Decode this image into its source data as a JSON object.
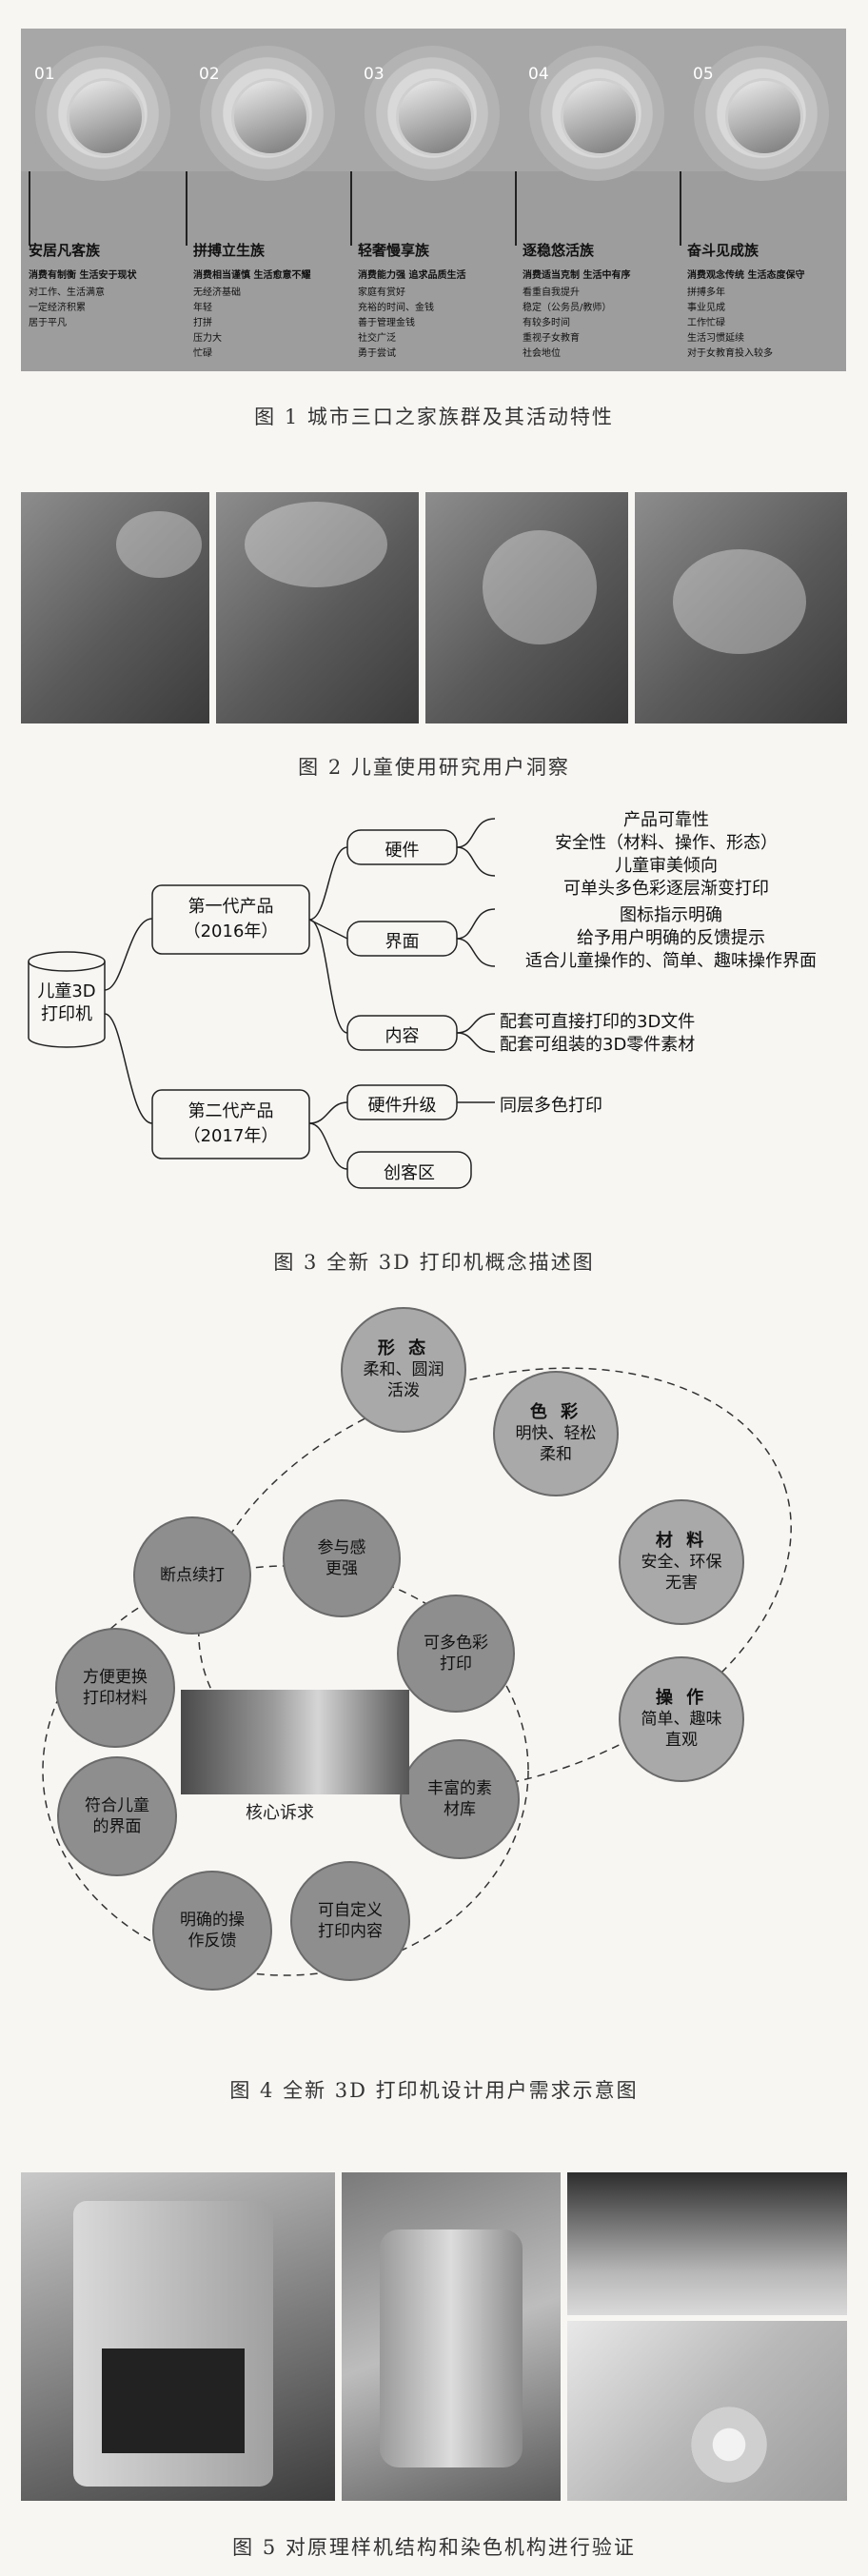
{
  "fig1": {
    "caption": "图 1 城市三口之家族群及其活动特性",
    "groups": [
      {
        "num": "01",
        "title": "安居凡客族",
        "tag": "消费有制衡 生活安于现状",
        "items": [
          "对工作、生活满意",
          "一定经济积累",
          "居于平凡"
        ]
      },
      {
        "num": "02",
        "title": "拼搏立生族",
        "tag": "消费相当谨慎 生活愈意不耀",
        "items": [
          "无经济基础",
          "年轻",
          "打拼",
          "压力大",
          "忙碌"
        ]
      },
      {
        "num": "03",
        "title": "轻奢慢享族",
        "tag": "消费能力强 追求品质生活",
        "items": [
          "家庭有赏好",
          "充裕的时间、金钱",
          "善于管理金钱",
          "社交广泛",
          "勇于尝试"
        ]
      },
      {
        "num": "04",
        "title": "逐稳悠活族",
        "tag": "消费适当克制 生活中有序",
        "items": [
          "看重自我提升",
          "稳定（公务员/教师）",
          "有较多时间",
          "重视子女教育",
          "社会地位"
        ]
      },
      {
        "num": "05",
        "title": "奋斗见成族",
        "tag": "消费观念传统 生活态度保守",
        "items": [
          "拼搏多年",
          "事业见成",
          "工作忙碌",
          "生活习惯延续",
          "对于女教育投入较多"
        ]
      }
    ]
  },
  "fig2": {
    "caption": "图 2 儿童使用研究用户洞察"
  },
  "fig3": {
    "caption": "图 3 全新 3D 打印机概念描述图",
    "root": "儿童3D\n打印机",
    "gen1": "第一代产品\n（2016年）",
    "gen2": "第二代产品\n（2017年）",
    "hardware": "硬件",
    "hardware_items": [
      "产品可靠性",
      "安全性（材料、操作、形态）",
      "儿童审美倾向",
      "可单头多色彩逐层渐变打印"
    ],
    "interface": "界面",
    "interface_items": [
      "图标指示明确",
      "给予用户明确的反馈提示",
      "适合儿童操作的、简单、趣味操作界面"
    ],
    "content": "内容",
    "content_items": [
      "配套可直接打印的3D文件",
      "配套可组装的3D零件素材"
    ],
    "hw_upgrade": "硬件升级",
    "hw_upgrade_item": "同层多色打印",
    "maker": "创客区"
  },
  "fig4": {
    "caption": "图 4 全新 3D 打印机设计用户需求示意图",
    "outer": [
      {
        "title": "形 态",
        "lines": [
          "柔和、圆润",
          "活泼"
        ]
      },
      {
        "title": "色 彩",
        "lines": [
          "明快、轻松",
          "柔和"
        ]
      },
      {
        "title": "材 料",
        "lines": [
          "安全、环保",
          "无害"
        ]
      },
      {
        "title": "操 作",
        "lines": [
          "简单、趣味",
          "直观"
        ]
      }
    ],
    "core_label": "核心诉求",
    "inner": [
      "断点续打",
      "参与感\n更强",
      "可多色彩\n打印",
      "方便更换\n打印材料",
      "丰富的素\n材库",
      "符合儿童\n的界面",
      "明确的操\n作反馈",
      "可自定义\n打印内容"
    ]
  },
  "fig5": {
    "caption": "图 5 对原理样机结构和染色机构进行验证"
  }
}
